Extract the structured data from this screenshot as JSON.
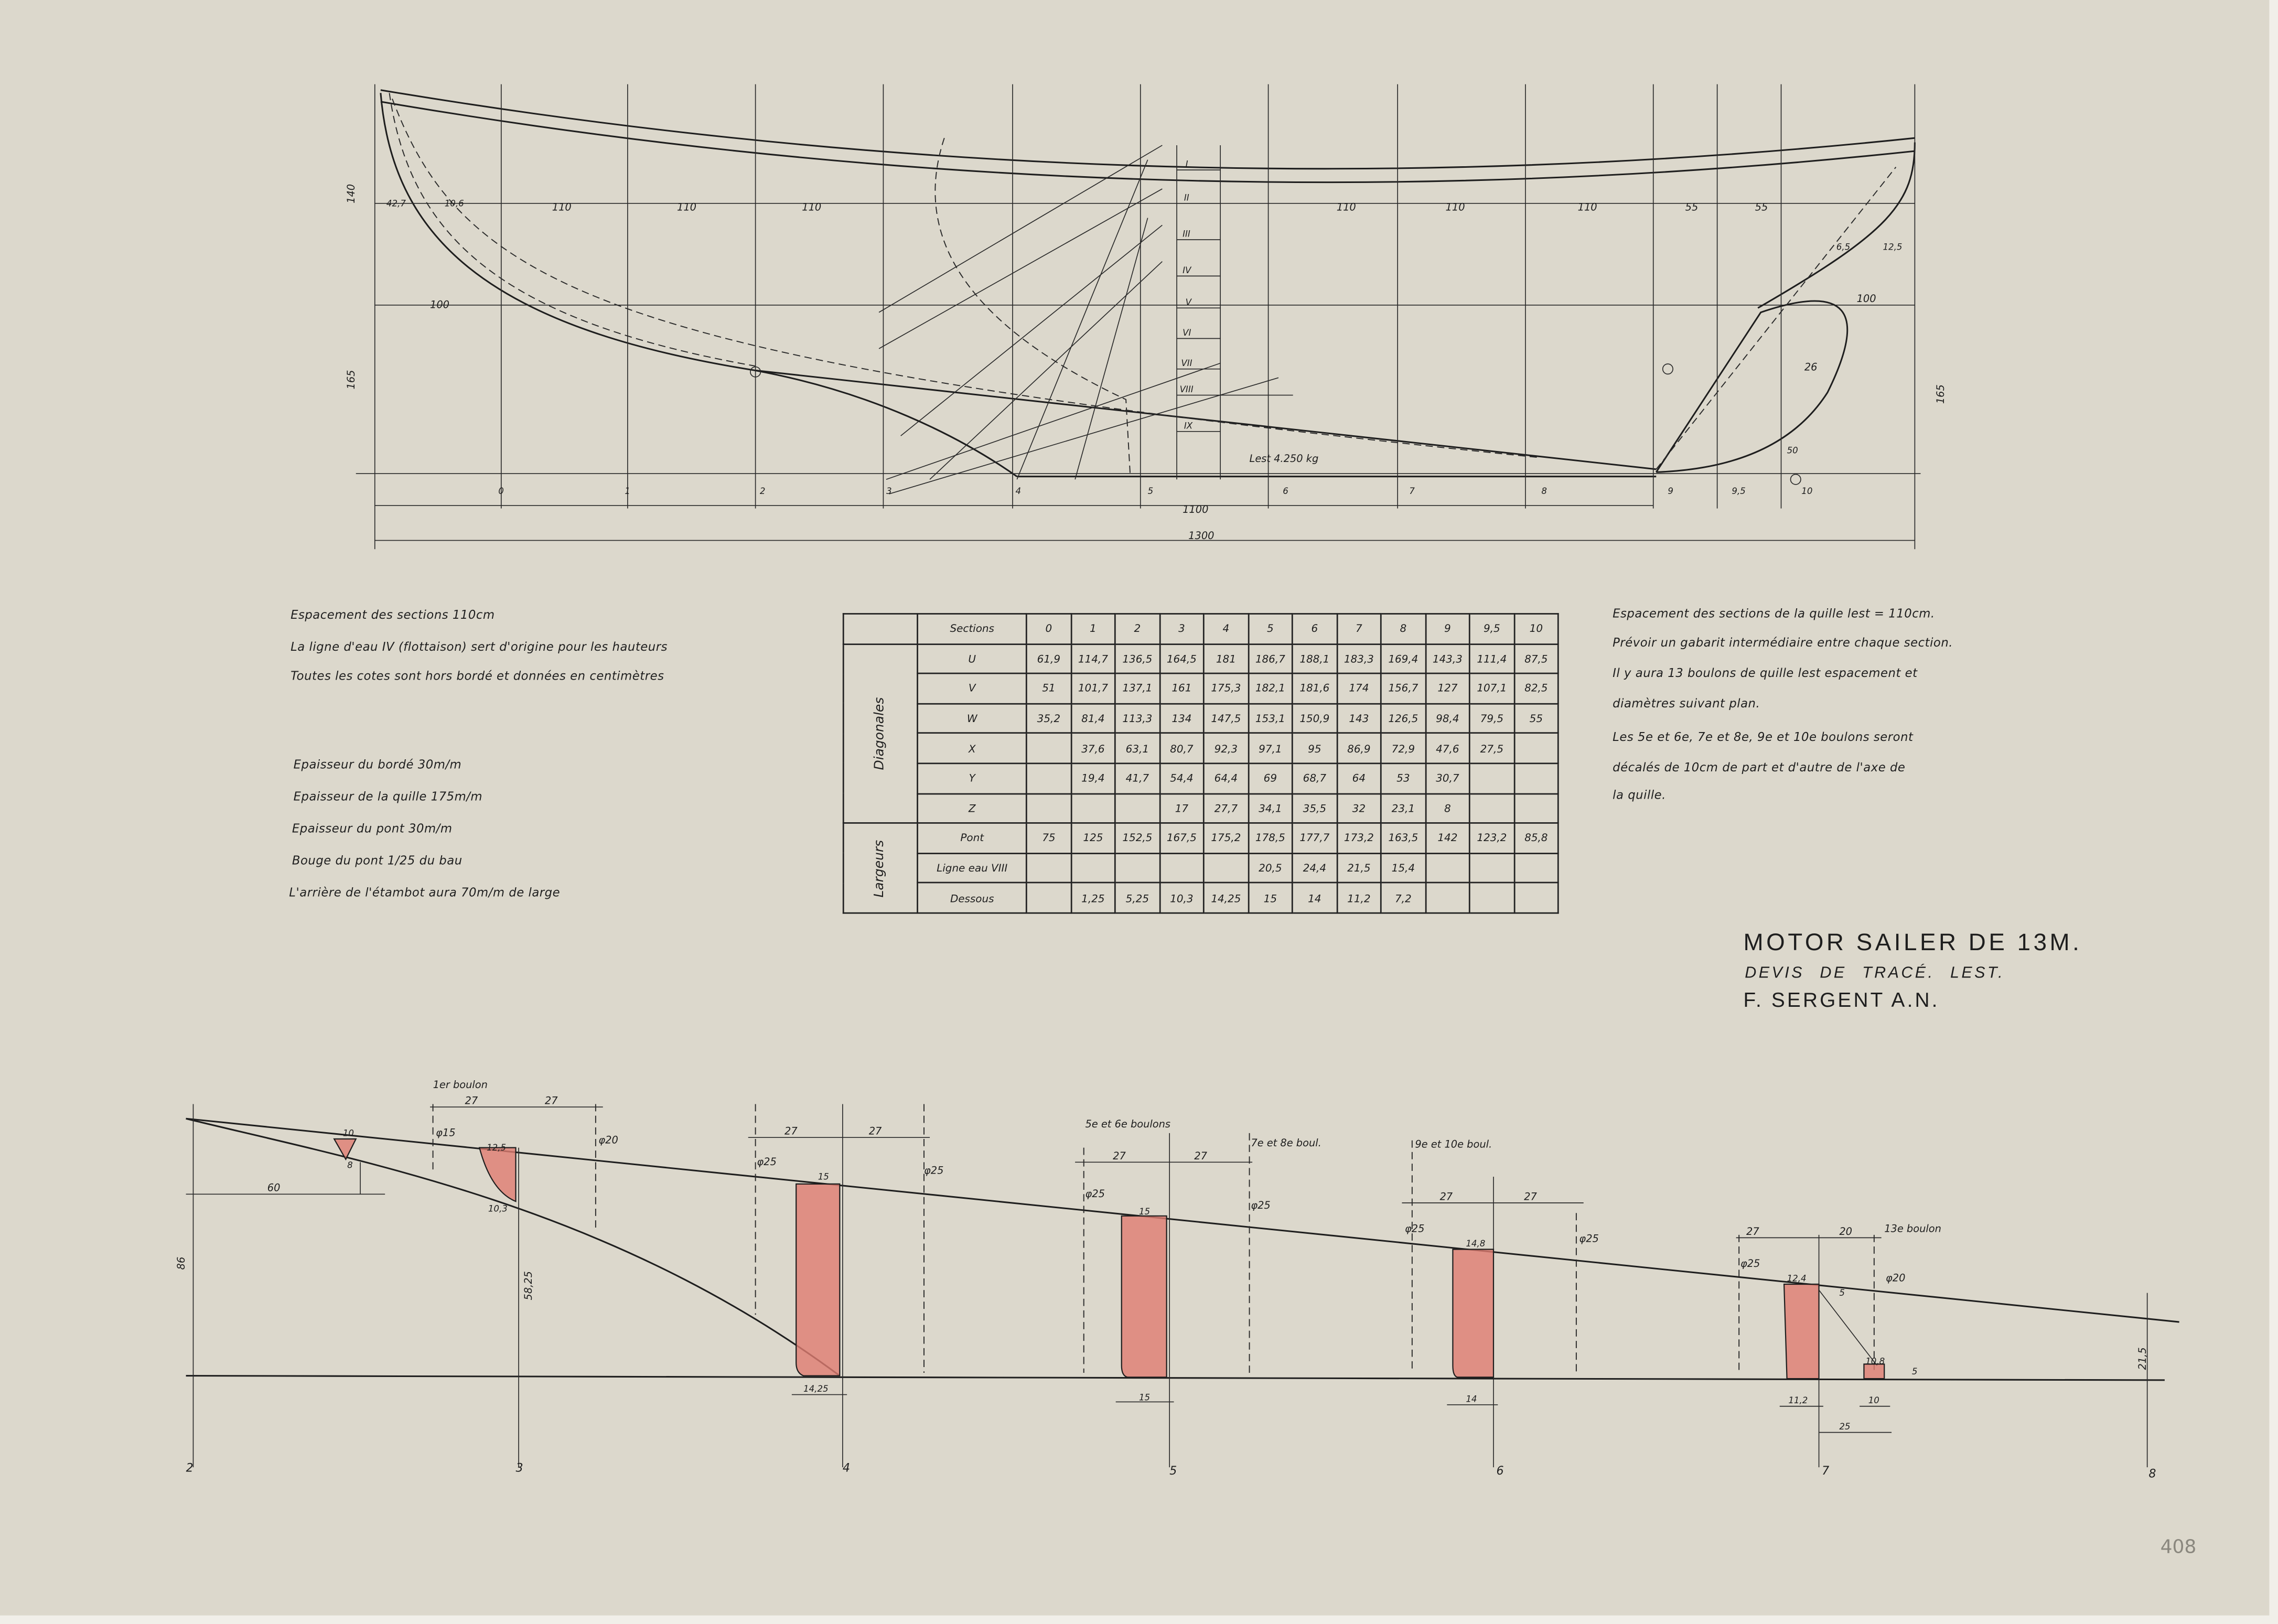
{
  "title_block": {
    "title": "MOTOR SAILER DE 13M.",
    "subtitle": "DEVIS DE TRACÉ.   LEST.",
    "author": "F. SERGENT A.N."
  },
  "sheet_number": "408",
  "notes_left": [
    "Espacement des sections 110cm",
    "La ligne d'eau IV (flottaison) sert d'origine pour les hauteurs",
    "Toutes les cotes sont hors bordé et données en centimètres",
    "Epaisseur du bordé 30m/m",
    "Epaisseur de la quille 175m/m",
    "Epaisseur du pont 30m/m",
    "Bouge du pont 1/25 du bau",
    "L'arrière de l'étambot aura 70m/m de large"
  ],
  "notes_right": [
    "Espacement des sections de la quille lest = 110cm.",
    "Prévoir un gabarit intermédiaire entre chaque section.",
    "Il y aura 13 boulons de quille lest espacement et",
    "diamètres suivant plan.",
    "Les 5e et 6e, 7e et 8e, 9e et 10e boulons seront",
    "décalés de 10cm de part et d'autre de l'axe de",
    "la quille."
  ],
  "table": {
    "header_label": "Sections",
    "columns": [
      "0",
      "1",
      "2",
      "3",
      "4",
      "5",
      "6",
      "7",
      "8",
      "9",
      "9,5",
      "10"
    ],
    "groups": [
      "Diagonales",
      "Largeurs"
    ],
    "rows": [
      {
        "label": "U",
        "group": 0,
        "cells": [
          "61,9",
          "114,7",
          "136,5",
          "164,5",
          "181",
          "186,7",
          "188,1",
          "183,3",
          "169,4",
          "143,3",
          "111,4",
          "87,5"
        ]
      },
      {
        "label": "V",
        "group": 0,
        "cells": [
          "51",
          "101,7",
          "137,1",
          "161",
          "175,3",
          "182,1",
          "181,6",
          "174",
          "156,7",
          "127",
          "107,1",
          "82,5"
        ]
      },
      {
        "label": "W",
        "group": 0,
        "cells": [
          "35,2",
          "81,4",
          "113,3",
          "134",
          "147,5",
          "153,1",
          "150,9",
          "143",
          "126,5",
          "98,4",
          "79,5",
          "55"
        ]
      },
      {
        "label": "X",
        "group": 0,
        "cells": [
          "",
          "37,6",
          "63,1",
          "80,7",
          "92,3",
          "97,1",
          "95",
          "86,9",
          "72,9",
          "47,6",
          "27,5",
          ""
        ]
      },
      {
        "label": "Y",
        "group": 0,
        "cells": [
          "",
          "19,4",
          "41,7",
          "54,4",
          "64,4",
          "69",
          "68,7",
          "64",
          "53",
          "30,7",
          "",
          ""
        ]
      },
      {
        "label": "Z",
        "group": 0,
        "cells": [
          "",
          "",
          "",
          "17",
          "27,7",
          "34,1",
          "35,5",
          "32",
          "23,1",
          "8",
          "",
          ""
        ]
      },
      {
        "label": "Pont",
        "group": 1,
        "cells": [
          "75",
          "125",
          "152,5",
          "167,5",
          "175,2",
          "178,5",
          "177,7",
          "173,2",
          "163,5",
          "142",
          "123,2",
          "85,8"
        ]
      },
      {
        "label": "Ligne eau VIII",
        "group": 1,
        "cells": [
          "",
          "",
          "",
          "",
          "",
          "20,5",
          "24,4",
          "21,5",
          "15,4",
          "",
          "",
          ""
        ]
      },
      {
        "label": "Dessous",
        "group": 1,
        "cells": [
          "",
          "1,25",
          "5,25",
          "10,3",
          "14,25",
          "15",
          "14",
          "11,2",
          "7,2",
          "",
          "",
          ""
        ]
      }
    ]
  },
  "profile": {
    "labels": [
      "1100",
      "1300",
      "Lest 4.250 kg",
      "110",
      "110",
      "110",
      "110",
      "110",
      "110",
      "55",
      "55",
      "42,7",
      "10,6",
      "100",
      "100",
      "140",
      "165",
      "165",
      "26",
      "50",
      "6,5",
      "12,5"
    ],
    "sections": [
      "0",
      "1",
      "2",
      "3",
      "4",
      "5",
      "6",
      "7",
      "8",
      "9",
      "9,5",
      "10"
    ],
    "waterlines": [
      "I",
      "II",
      "III",
      "IV",
      "V",
      "VI",
      "VII",
      "VIII",
      "IX"
    ]
  },
  "keel": {
    "labels": [
      "1er boulon",
      "27",
      "27",
      "φ15",
      "φ20",
      "10",
      "8",
      "12,5",
      "10,3",
      "60",
      "86",
      "58,25",
      "27",
      "27",
      "φ25",
      "φ25",
      "15",
      "14,25",
      "5e et 6e boulons",
      "27",
      "27",
      "φ25",
      "φ25",
      "15",
      "15",
      "7e et 8e boul.",
      "9e et 10e boul.",
      "27",
      "27",
      "φ25",
      "φ25",
      "14,8",
      "14",
      "27",
      "20",
      "13e boulon",
      "φ25",
      "φ20",
      "12,4",
      "5",
      "10,8",
      "5",
      "11,2",
      "10",
      "25",
      "21,5"
    ],
    "sections": [
      "2",
      "3",
      "4",
      "5",
      "6",
      "7",
      "8"
    ]
  },
  "colors": {
    "paper": "#dcd8cc",
    "ink": "#1e1e1e",
    "lead_section": "#e07d72"
  }
}
